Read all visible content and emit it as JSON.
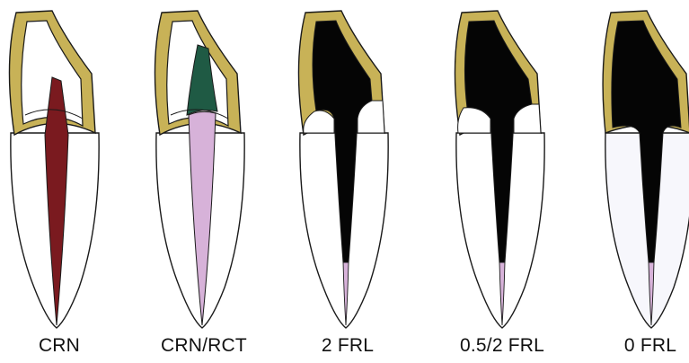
{
  "colors": {
    "crown": "#c8b257",
    "outline": "#1a1a1a",
    "root": "#ffffff",
    "pulp_vital": "#7a1a1f",
    "rct_filling": "#1f5a44",
    "rct_canal": "#d7b2d9",
    "post_core": "#050505",
    "apical_seal": "#d7b2d9"
  },
  "figure": {
    "teeth": [
      {
        "id": "crn",
        "label": "CRN",
        "pulp": "vital pulp"
      },
      {
        "id": "crn-rct",
        "label": "CRN/RCT",
        "pulp": "root canal treated"
      },
      {
        "id": "2-frl",
        "label": "2 FRL",
        "pulp": "post and core"
      },
      {
        "id": "05-2-frl",
        "label": "0.5/2 FRL",
        "pulp": "post and core"
      },
      {
        "id": "0-frl",
        "label": "0 FRL",
        "pulp": "post and core"
      }
    ]
  }
}
